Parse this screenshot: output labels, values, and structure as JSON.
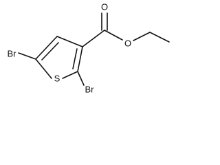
{
  "molecule": {
    "atoms": {
      "bromine_left": "Br",
      "bromine_right": "Br",
      "sulfur": "S",
      "carbonyl_oxygen": "O",
      "ester_oxygen": "O"
    }
  }
}
